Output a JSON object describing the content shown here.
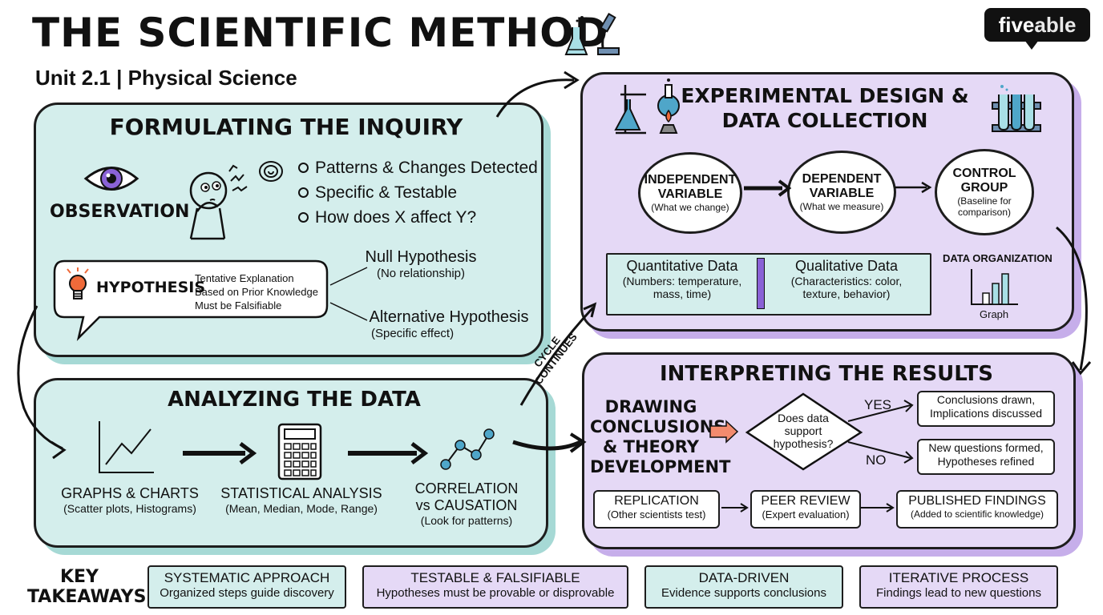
{
  "header": {
    "title": "THE SCIENTIFIC METHOD",
    "subtitle": "Unit 2.1 | Physical Science",
    "logo_bold": "five",
    "logo_light": "able"
  },
  "inquiry": {
    "title": "FORMULATING THE INQUIRY",
    "observation": "OBSERVATION",
    "bullets": [
      "Patterns & Changes Detected",
      "Specific & Testable",
      "How does X affect Y?"
    ],
    "hypothesis": "HYPOTHESIS",
    "hyp_lines": [
      "Tentative Explanation",
      "Based on Prior Knowledge",
      "Must be Falsifiable"
    ],
    "null_title": "Null Hypothesis",
    "null_sub": "(No relationship)",
    "alt_title": "Alternative Hypothesis",
    "alt_sub": "(Specific effect)"
  },
  "design": {
    "title_line1": "EXPERIMENTAL DESIGN &",
    "title_line2": "DATA COLLECTION",
    "independent": {
      "line1": "INDEPENDENT",
      "line2": "VARIABLE",
      "sub": "(What we change)"
    },
    "dependent": {
      "line1": "DEPENDENT",
      "line2": "VARIABLE",
      "sub": "(What we measure)"
    },
    "control": {
      "line1": "CONTROL",
      "line2": "GROUP",
      "sub1": "(Baseline for",
      "sub2": "comparison)"
    },
    "quant_title": "Quantitative Data",
    "quant_l1": "(Numbers: temperature,",
    "quant_l2": "mass, time)",
    "qual_title": "Qualitative Data",
    "qual_l1": "(Characteristics: color,",
    "qual_l2": "texture, behavior)",
    "org_title": "DATA ORGANIZATION",
    "graph_label": "Graph"
  },
  "analysis": {
    "title": "ANALYZING THE DATA",
    "graphs_title": "GRAPHS & CHARTS",
    "graphs_sub": "(Scatter plots, Histograms)",
    "stats_title": "STATISTICAL ANALYSIS",
    "stats_sub": "(Mean, Median, Mode, Range)",
    "corr_l1": "CORRELATION",
    "corr_l2": "vs CAUSATION",
    "corr_sub": "(Look for patterns)"
  },
  "cycle": {
    "line1": "CYCLE",
    "line2": "CONTINUES"
  },
  "results": {
    "title": "INTERPRETING THE RESULTS",
    "drawing": [
      "DRAWING",
      "CONCLUSIONS",
      "& THEORY",
      "DEVELOPMENT"
    ],
    "question": [
      "Does data",
      "support",
      "hypothesis?"
    ],
    "yes": "YES",
    "no": "NO",
    "yes_box": [
      "Conclusions drawn,",
      "Implications discussed"
    ],
    "no_box": [
      "New questions formed,",
      "Hypotheses refined"
    ],
    "replication_title": "REPLICATION",
    "replication_sub": "(Other scientists test)",
    "peer_title": "PEER REVIEW",
    "peer_sub": "(Expert evaluation)",
    "published_title": "PUBLISHED FINDINGS",
    "published_sub": "(Added to scientific knowledge)"
  },
  "takeaways": {
    "label_l1": "KEY",
    "label_l2": "TAKEAWAYS",
    "items": [
      {
        "title": "SYSTEMATIC APPROACH",
        "sub": "Organized steps guide discovery",
        "color": "#d4eeec"
      },
      {
        "title": "TESTABLE & FALSIFIABLE",
        "sub": "Hypotheses must be provable or disprovable",
        "color": "#e5d9f6"
      },
      {
        "title": "DATA-DRIVEN",
        "sub": "Evidence supports conclusions",
        "color": "#d4eeec"
      },
      {
        "title": "ITERATIVE PROCESS",
        "sub": "Findings lead to new questions",
        "color": "#e5d9f6"
      }
    ]
  },
  "colors": {
    "teal": "#d4eeec",
    "purple": "#e5d9f6",
    "accent_red": "#f28b6e",
    "eye_purple": "#8a62d6",
    "bulb_orange": "#ef6a3a"
  },
  "icons": [
    "lab-equipment-icon",
    "eye-icon",
    "thinking-person-icon",
    "lightbulb-icon",
    "bunsen-burner-icon",
    "test-tubes-icon",
    "bar-graph-icon",
    "line-graph-icon",
    "calculator-icon",
    "scatter-plot-icon"
  ]
}
